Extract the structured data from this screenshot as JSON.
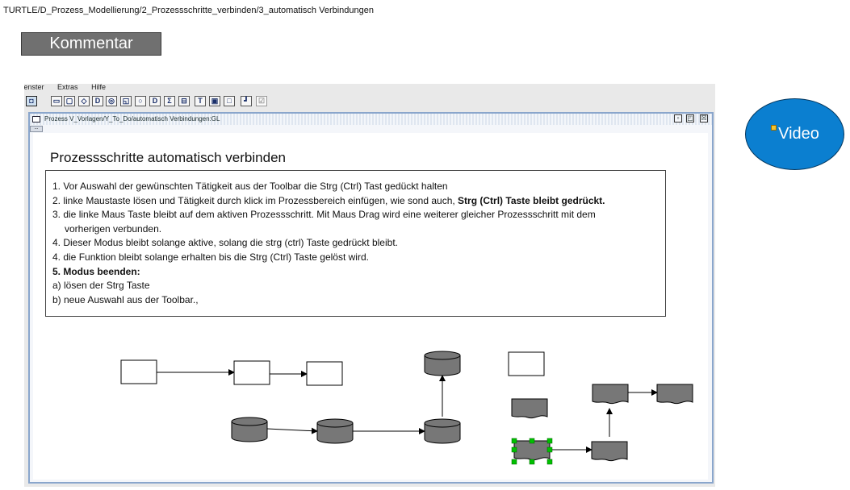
{
  "breadcrumb": "TURTLE/D_Prozess_Modellierung/2_Prozessschritte_verbinden/3_automatisch Verbindungen",
  "buttons": {
    "kommentar": "Kommentar",
    "video": "Video"
  },
  "app": {
    "menu": [
      "Fenster",
      "Extras",
      "Hilfe"
    ],
    "toolbar": [
      {
        "icon": "select-tool-icon",
        "glyph": "◘",
        "state": "selected"
      },
      {
        "icon": "rectangle-tool-icon",
        "glyph": "▭"
      },
      {
        "icon": "rounded-rectangle-tool-icon",
        "glyph": "▢"
      },
      {
        "icon": "diamond-tool-icon",
        "glyph": "◇"
      },
      {
        "icon": "document-tool-icon",
        "glyph": "D"
      },
      {
        "icon": "cylinder-tool-icon",
        "glyph": "◎"
      },
      {
        "icon": "manual-input-tool-icon",
        "glyph": "◱"
      },
      {
        "icon": "ellipse-tool-icon",
        "glyph": "○"
      },
      {
        "icon": "delay-tool-icon",
        "glyph": "D"
      },
      {
        "icon": "process-arrow-tool-icon",
        "glyph": "Σ"
      },
      {
        "icon": "container-tool-icon",
        "glyph": "⊟"
      },
      {
        "icon": "text-tool-icon",
        "glyph": "T"
      },
      {
        "icon": "image-tool-icon",
        "glyph": "▣"
      },
      {
        "icon": "small-rectangle-tool-icon",
        "glyph": "□"
      },
      {
        "icon": "connector-tool-icon",
        "glyph": "┛"
      },
      {
        "icon": "checkbox-tool-icon",
        "glyph": "☑",
        "state": "disabled"
      }
    ],
    "window_title": "Prozess V_Vorlagen/Y_To_Do/automatisch Verbindungen:GL",
    "window_controls": [
      "▫",
      "◰",
      "☒"
    ]
  },
  "content": {
    "heading": "Prozessschritte automatisch verbinden",
    "lines": [
      {
        "text": "1. Vor Auswahl der gewünschten Tätigkeit aus der Toolbar die Strg (Ctrl) Tast gedückt halten"
      },
      {
        "text": "2. linke Maustaste lösen und Tätigkeit durch klick im  Prozessbereich einfügen, wie sond auch, ",
        "bold": "Strg (Ctrl) Taste bleibt gedrückt."
      },
      {
        "text": "3. die linke Maus Taste bleibt auf dem aktiven Prozessschritt. Mit Maus Drag wird eine weiterer gleicher Prozessschritt mit dem"
      },
      {
        "text": "vorherigen verbunden.",
        "indent": true
      },
      {
        "text": "4. Dieser Modus bleibt solange aktive, solang die strg (ctrl) Taste gedrückt bleibt."
      },
      {
        "text": "4. die Funktion bleibt solange erhalten bis die Strg (Ctrl) Taste gelöst wird."
      },
      {
        "text": "",
        "bold": "5. Modus beenden:"
      },
      {
        "text": "a) lösen der Strg Taste"
      },
      {
        "text": "b) neue Auswahl aus der Toolbar.,"
      }
    ]
  },
  "colors": {
    "kommentar_bg": "#707070",
    "video_bg": "#0b7fd0",
    "shape_fill": "#777777",
    "selection_handle": "#00c000",
    "window_border": "#8aa6cc"
  }
}
